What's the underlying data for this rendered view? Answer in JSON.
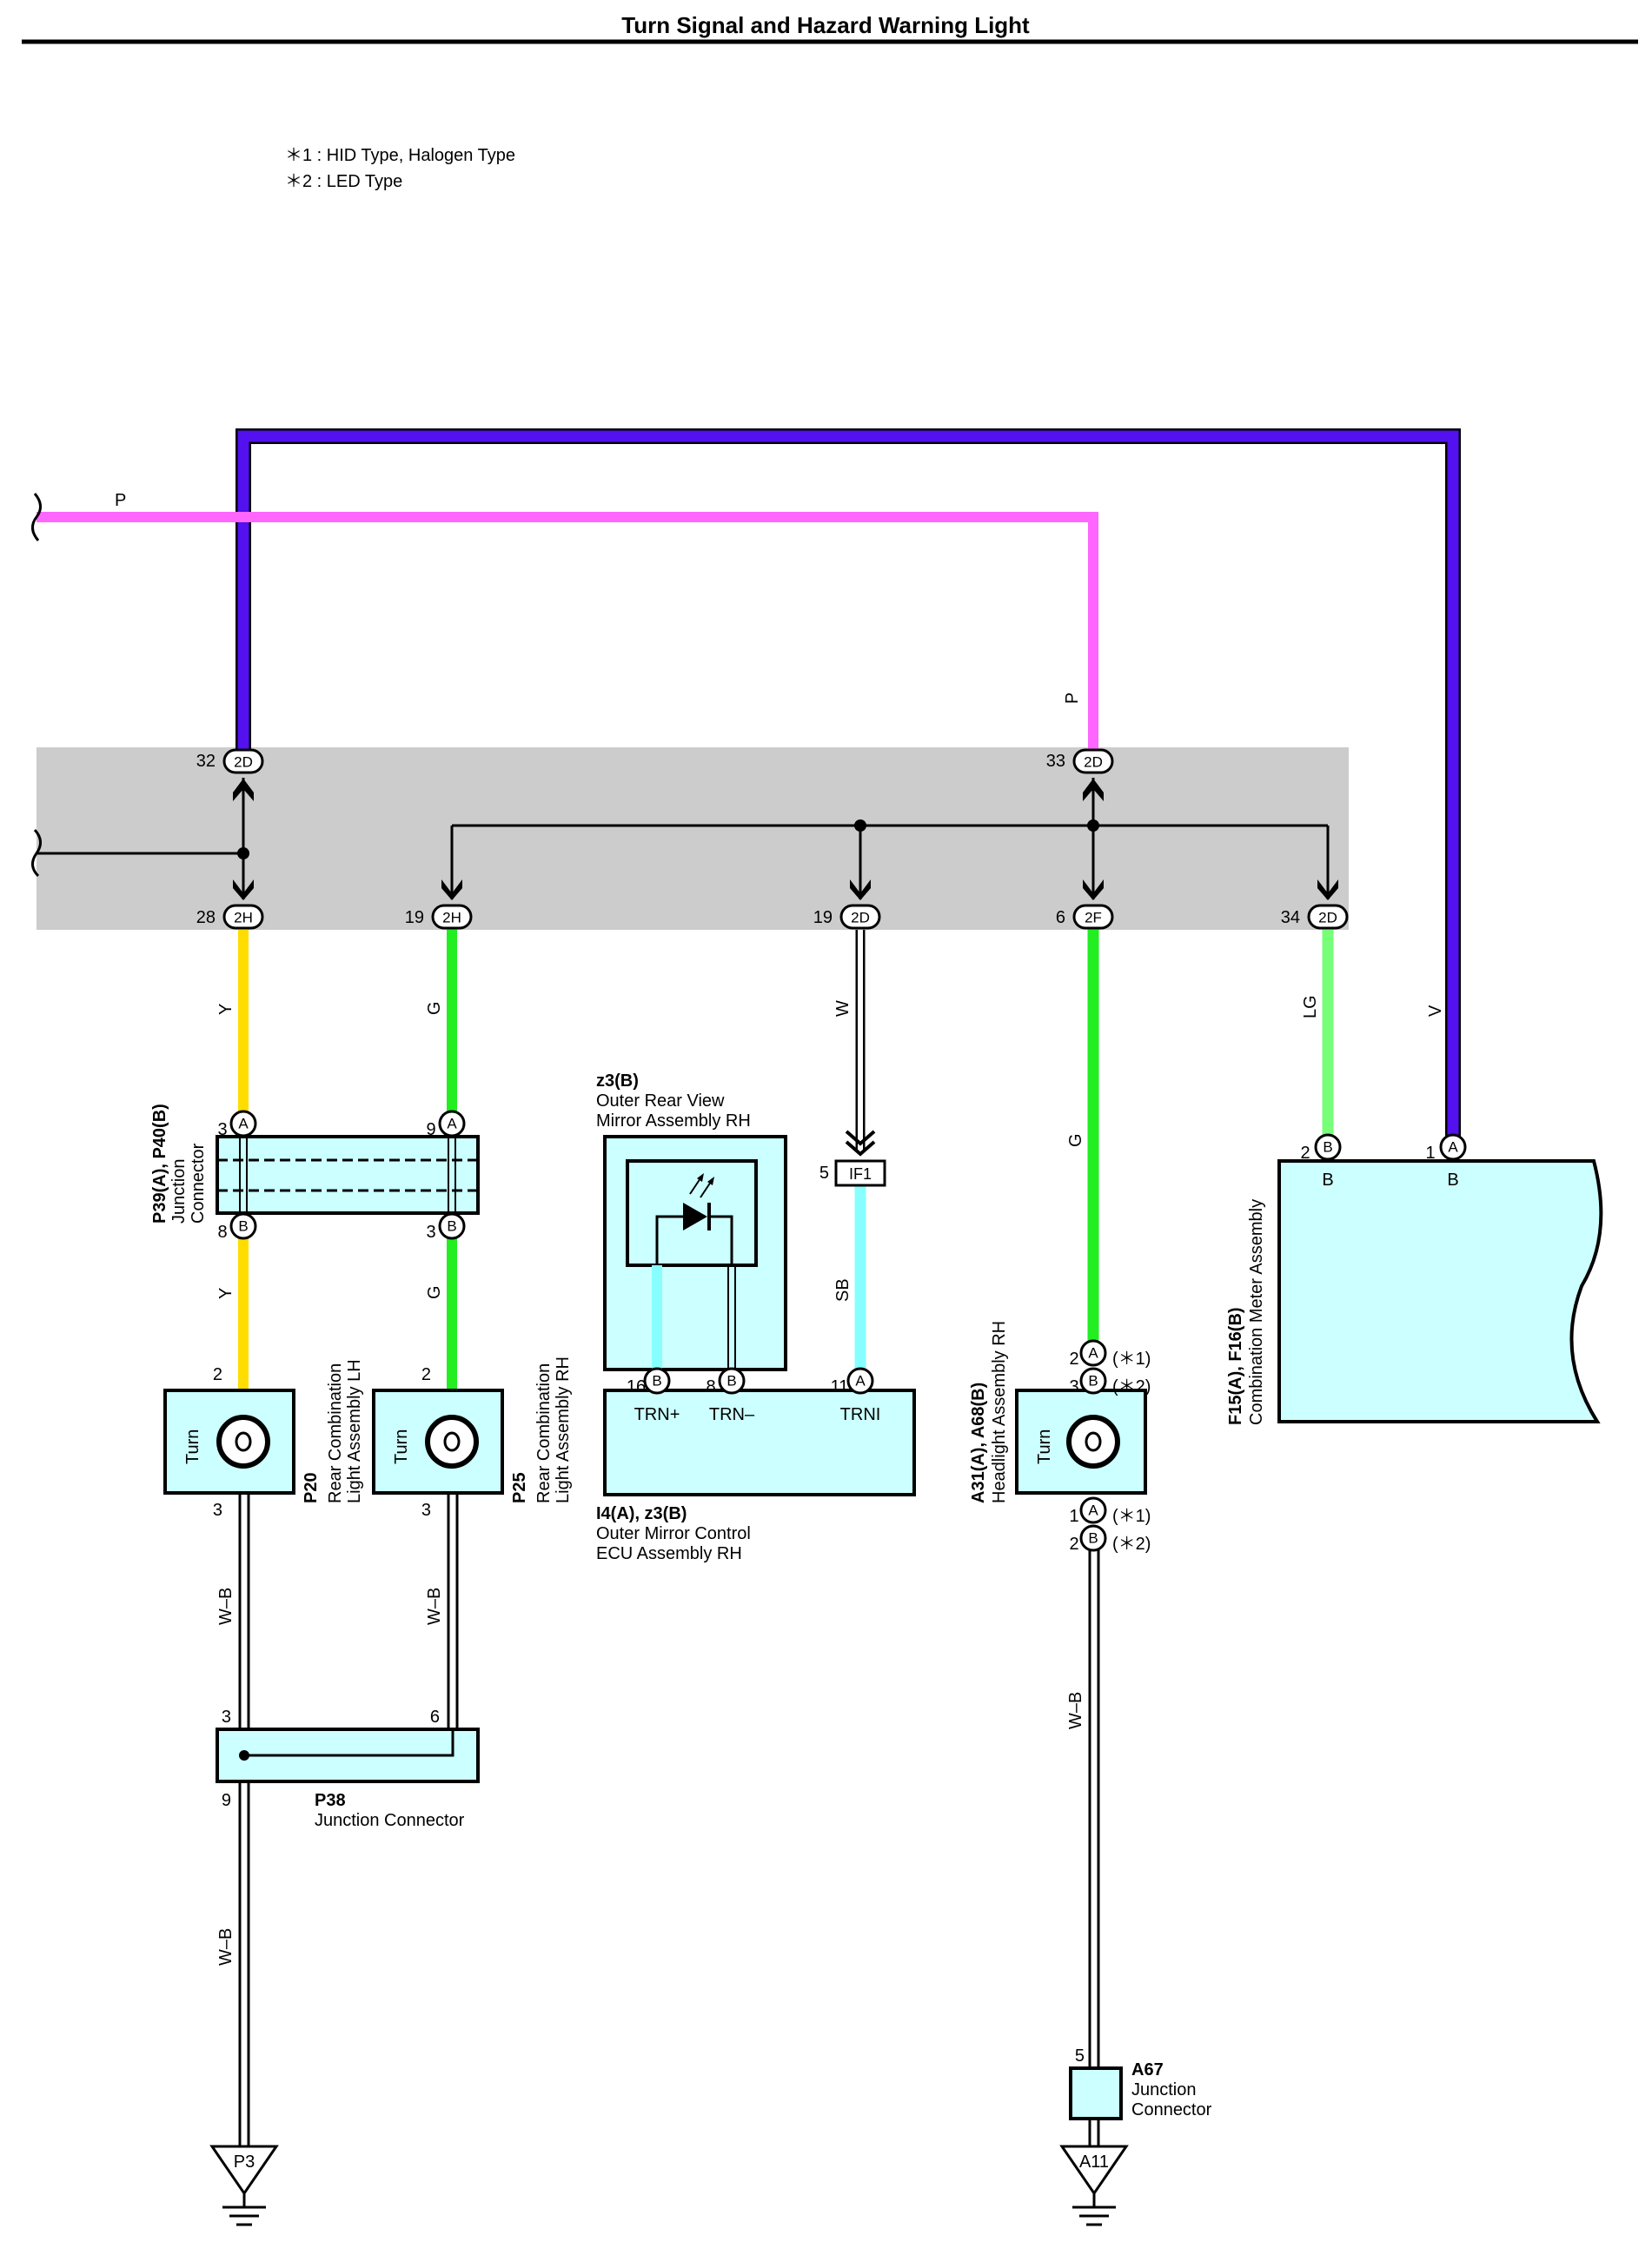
{
  "title": "Turn Signal and Hazard Warning Light",
  "notes": [
    "＊1 : HID Type,  Halogen Type",
    "＊2 : LED Type"
  ],
  "colors": {
    "V": "#5211ee",
    "P": "#ff66ff",
    "Y": "#ffdd00",
    "G": "#22ee22",
    "LG": "#77ff77",
    "SB": "#88ffff",
    "W": "#ffffff",
    "WB": "#ffffff",
    "junction_block": "#cccccc",
    "component": "#ccffff"
  },
  "wires": {
    "p_top": "P",
    "p_vert": "P",
    "y1": "Y",
    "y2": "Y",
    "g1": "G",
    "g2": "G",
    "w": "W",
    "sb1": "SB",
    "sb2": "SB",
    "w_inner": "W",
    "g_right": "G",
    "lg": "LG",
    "v": "V",
    "wb1": "W–B",
    "wb2": "W–B",
    "wb3": "W–B",
    "wb4": "W–B"
  },
  "junction_block": {
    "top_pins": [
      {
        "num": "32",
        "conn": "2D"
      },
      {
        "num": "33",
        "conn": "2D"
      }
    ],
    "bottom_pins": [
      {
        "num": "28",
        "conn": "2H"
      },
      {
        "num": "19",
        "conn": "2H"
      },
      {
        "num": "19",
        "conn": "2D"
      },
      {
        "num": "6",
        "conn": "2F"
      },
      {
        "num": "34",
        "conn": "2D"
      }
    ]
  },
  "components": {
    "p39": {
      "id": "P39(A), P40(B)",
      "name1": "Junction",
      "name2": "Connector",
      "pins": [
        {
          "num": "3",
          "conn": "A"
        },
        {
          "num": "9",
          "conn": "A"
        },
        {
          "num": "8",
          "conn": "B"
        },
        {
          "num": "3",
          "conn": "B"
        }
      ]
    },
    "p20": {
      "id": "P20",
      "name1": "Rear Combination",
      "name2": "Light Assembly LH",
      "inner": "Turn",
      "pin_top": "2",
      "pin_bottom": "3"
    },
    "p25": {
      "id": "P25",
      "name1": "Rear Combination",
      "name2": "Light Assembly RH",
      "inner": "Turn",
      "pin_top": "2",
      "pin_bottom": "3"
    },
    "z3": {
      "id": "z3(B)",
      "name1": "Outer Rear View",
      "name2": "Mirror Assembly RH"
    },
    "if1": {
      "num": "5",
      "label": "IF1"
    },
    "i4": {
      "id": "I4(A), z3(B)",
      "name1": "Outer Mirror Control",
      "name2": "ECU Assembly RH",
      "pins": [
        {
          "num": "16",
          "conn": "B",
          "label": "TRN+"
        },
        {
          "num": "8",
          "conn": "B",
          "label": "TRN–"
        },
        {
          "num": "11",
          "conn": "A",
          "label": "TRNI"
        }
      ]
    },
    "a31": {
      "id": "A31(A), A68(B)",
      "name": "Headlight Assembly RH",
      "inner": "Turn",
      "pins_top": [
        {
          "num": "2",
          "conn": "A",
          "note": "(＊1)"
        },
        {
          "num": "3",
          "conn": "B",
          "note": "(＊2)"
        }
      ],
      "pins_bottom": [
        {
          "num": "1",
          "conn": "A",
          "note": "(＊1)"
        },
        {
          "num": "2",
          "conn": "B",
          "note": "(＊2)"
        }
      ]
    },
    "meter": {
      "id": "F15(A), F16(B)",
      "name": "Combination Meter Assembly",
      "pins": [
        {
          "num": "2",
          "conn": "B",
          "label": "B"
        },
        {
          "num": "1",
          "conn": "A",
          "label": "B"
        }
      ]
    },
    "p38": {
      "id": "P38",
      "name": "Junction Connector",
      "pin_a": "3",
      "pin_b": "6",
      "pin_out": "9"
    },
    "a67": {
      "id": "A67",
      "name1": "Junction",
      "name2": "Connector",
      "pin": "5"
    }
  },
  "grounds": [
    {
      "label": "P3"
    },
    {
      "label": "A11"
    }
  ]
}
